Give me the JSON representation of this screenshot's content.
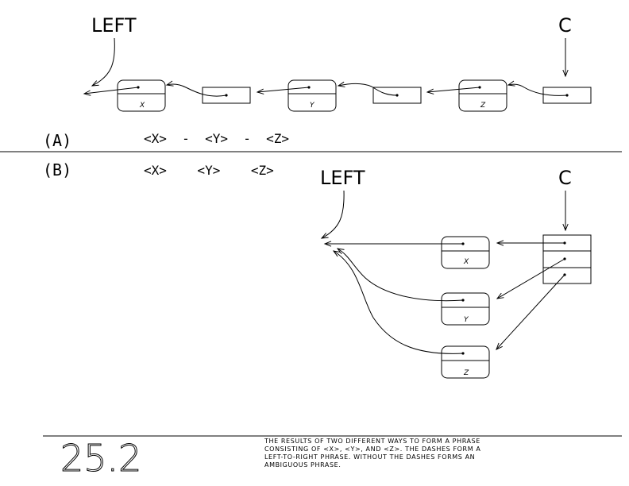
{
  "labels": {
    "left": "LEFT",
    "c": "C"
  },
  "cells": {
    "x": "X",
    "y": "Y",
    "z": "Z"
  },
  "sections": {
    "a": {
      "label": "(A)",
      "phrase": "<X>  -  <Y>  -  <Z>"
    },
    "b": {
      "label": "(B)",
      "phrase": "<X>    <Y>    <Z>"
    }
  },
  "figure_number": "25.2",
  "caption": [
    "The results of two different ways to form a phrase",
    "consisting of <X>, <Y>, and <Z>.  The dashes form a",
    "left-to-right phrase.  Without the dashes forms an",
    "ambiguous phrase."
  ]
}
